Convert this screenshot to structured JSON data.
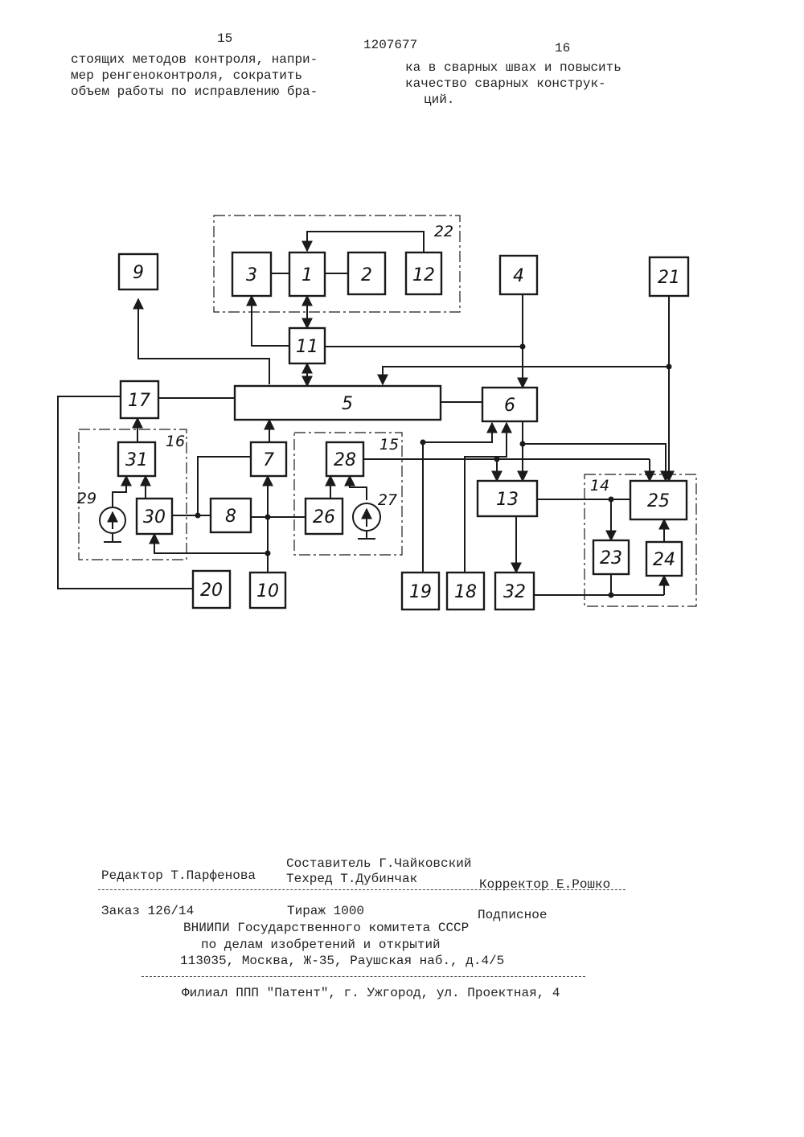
{
  "header": {
    "page_left": "15",
    "patent_number": "1207677",
    "page_right": "16"
  },
  "body_text": {
    "left_lines": [
      "стоящих методов контроля, напри-",
      "мер ренгеноконтроля, сократить",
      "объем работы по исправлению бра-"
    ],
    "right_lines": [
      "ка в сварных швах и повысить",
      "качество сварных конструк-",
      "ций."
    ]
  },
  "diagram": {
    "blocks": [
      "1",
      "2",
      "3",
      "4",
      "5",
      "6",
      "7",
      "8",
      "9",
      "10",
      "11",
      "12",
      "13",
      "17",
      "18",
      "19",
      "20",
      "21",
      "23",
      "24",
      "25",
      "26",
      "28",
      "30",
      "31",
      "32"
    ],
    "sources": [
      "29",
      "27"
    ],
    "groups": [
      "22",
      "16",
      "15",
      "14"
    ]
  },
  "footer": {
    "compiler": "Составитель Г.Чайковский",
    "editor": "Редактор Т.Парфенова",
    "techred": "Техред Т.Дубинчак",
    "corrector": "Корректор Е.Рошко",
    "order": "Заказ 126/14",
    "circulation": "Тираж 1000",
    "subscription": "Подписное",
    "org_line1": "ВНИИПИ Государственного комитета СССР",
    "org_line2": "по делам изобретений и открытий",
    "org_line3": "113035, Москва, Ж-35, Раушская наб., д.4/5",
    "branch": "Филиал ППП \"Патент\", г. Ужгород, ул. Проектная, 4"
  }
}
